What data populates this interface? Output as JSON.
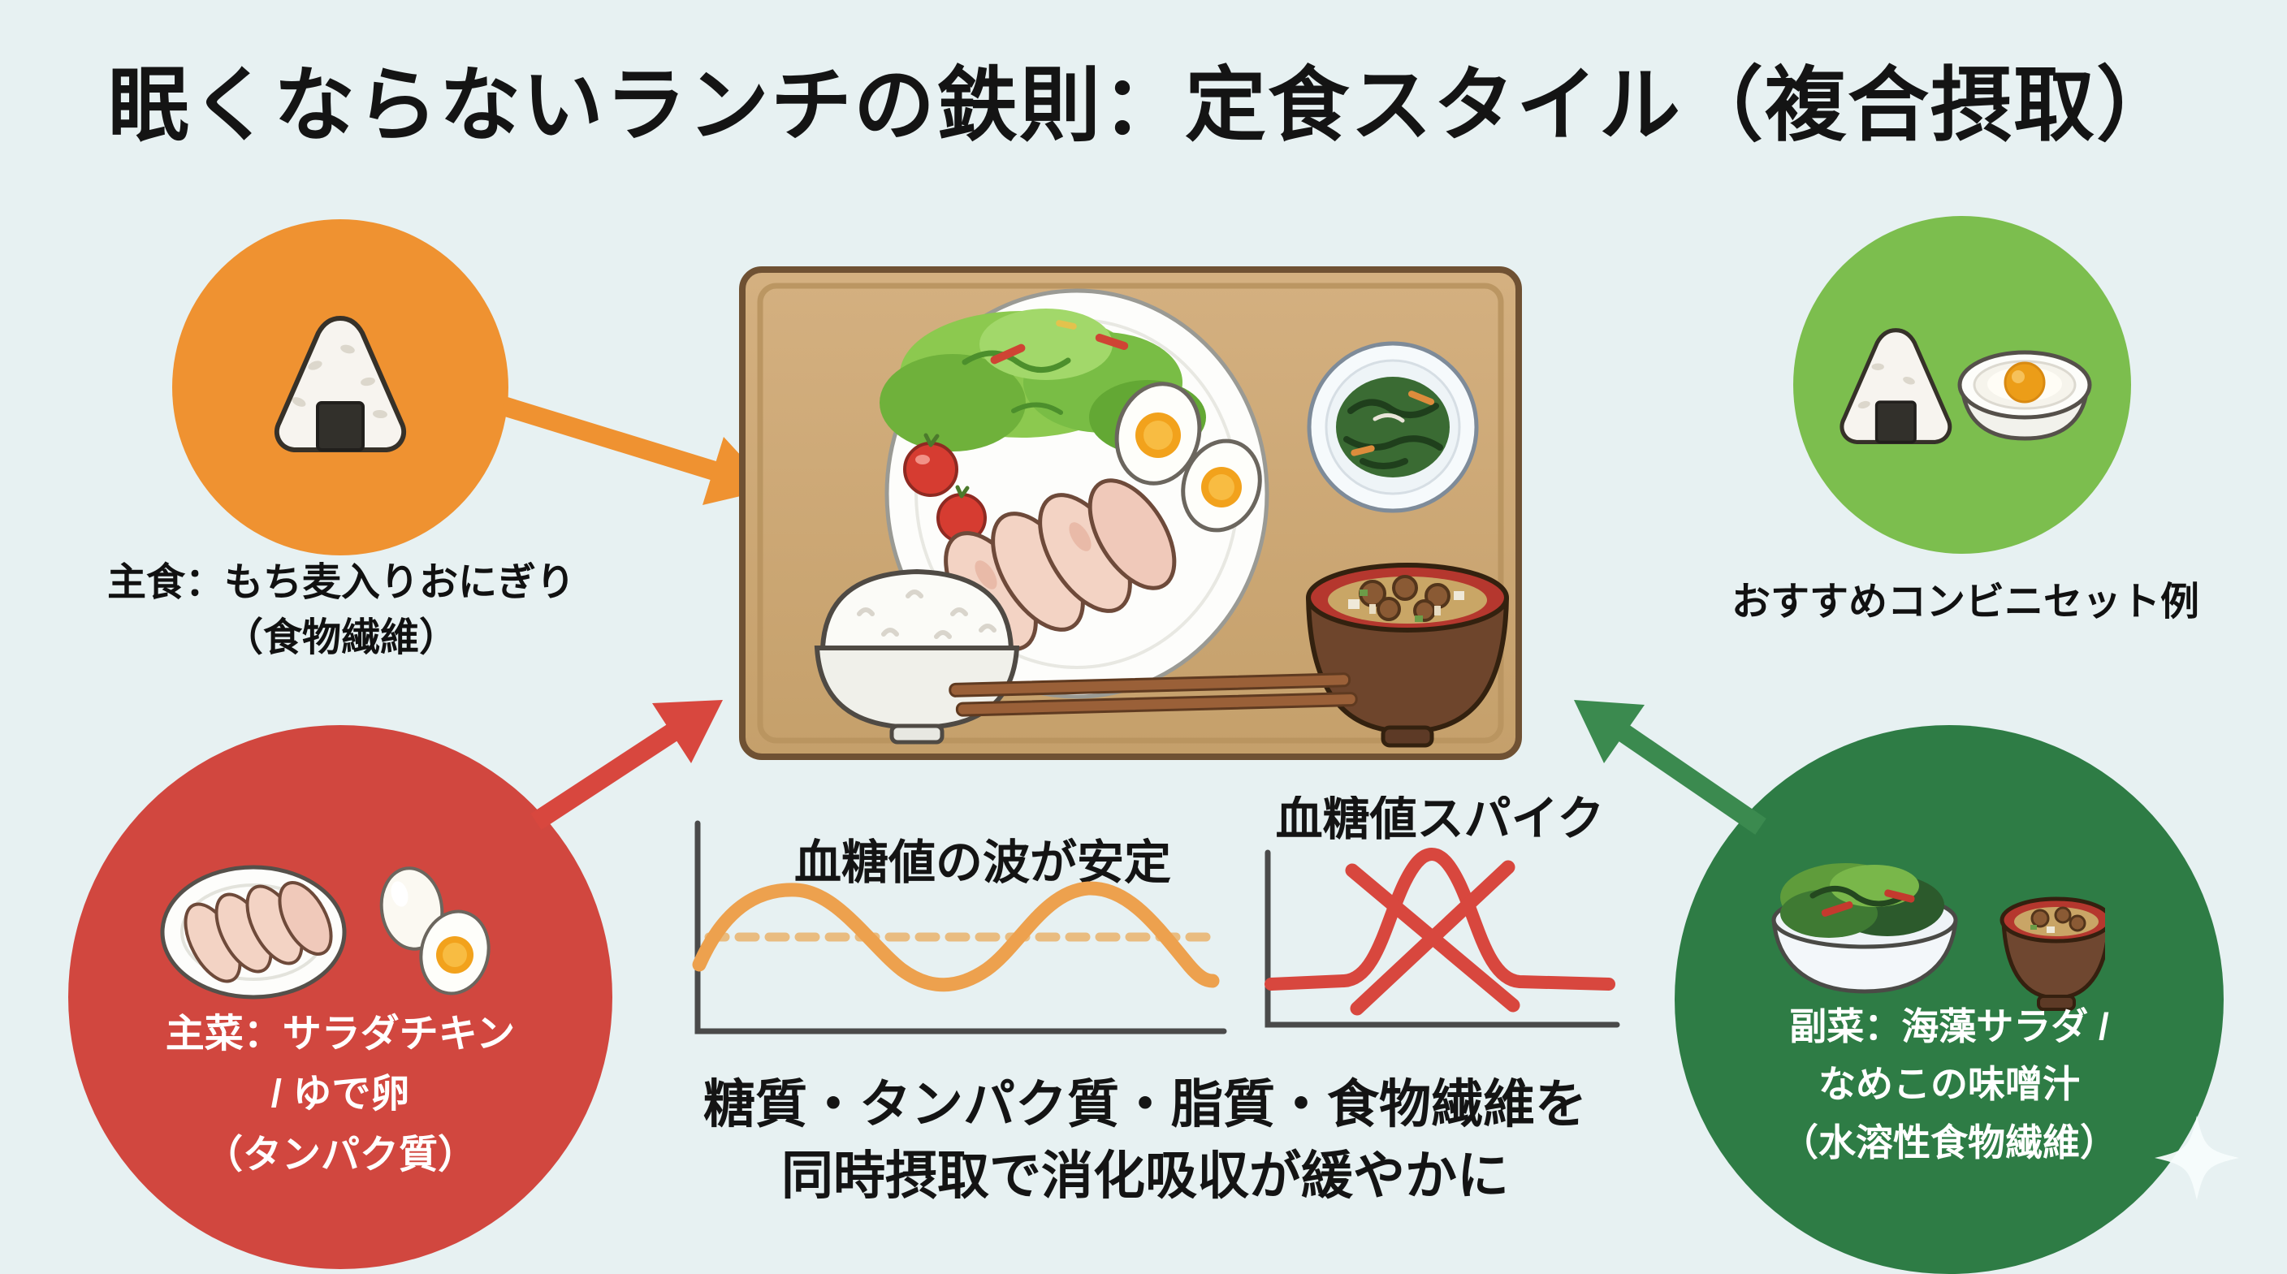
{
  "title": "眠くならないランチの鉄則：定食スタイル（複合摂取）",
  "colors": {
    "bg": "#e7f1f2",
    "ink": "#141414",
    "orange": "#ef9231",
    "light-green": "#7cbe4e",
    "red": "#d1473f",
    "dark-green": "#2e7c45",
    "tray": "#cba873",
    "tray-border": "#6f5133",
    "axis": "#4a4a4a",
    "wave": "#eda14e",
    "wave-dash": "#e9bc80",
    "spike": "#d8473e"
  },
  "staple": {
    "label_line1": "主食：もち麦入りおにぎり",
    "label_line2": "（食物繊維）"
  },
  "convenience": {
    "label": "おすすめコンビニセット例"
  },
  "main_dish": {
    "line1": "主菜：サラダチキン",
    "line2": "/ ゆで卵",
    "line3": "（タンパク質）"
  },
  "side_dish": {
    "line1": "副菜：海藻サラダ /",
    "line2": "なめこの味噌汁",
    "line3": "（水溶性食物繊維）"
  },
  "charts": {
    "stable": {
      "label": "血糖値の波が安定",
      "type": "line",
      "shape": "gentle wave oscillating around a dashed baseline",
      "line_color": "#eda14e"
    },
    "spike": {
      "label": "血糖値スパイク",
      "type": "line",
      "shape": "sharp spike curve crossed out with a red X",
      "line_color": "#d8473e"
    }
  },
  "footer": {
    "line1": "糖質・タンパク質・脂質・食物繊維を",
    "line2": "同時摂取で消化吸収が緩やかに"
  },
  "icons": {
    "staple_circle": "onigiri-icon",
    "convenience_circle": "onigiri-and-egg-bowl-icon",
    "main_circle": "chicken-plate-and-eggs-icon",
    "side_circle": "salad-and-miso-soup-icon",
    "center": "meal-tray-illustration",
    "decoration": "sparkle-icon"
  }
}
